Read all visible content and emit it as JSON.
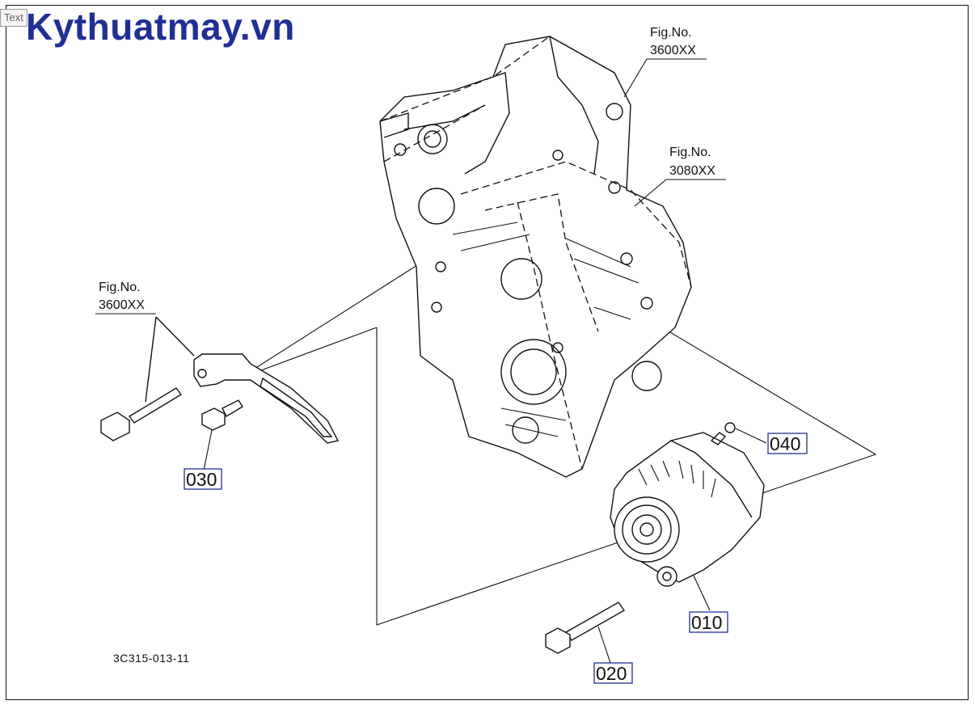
{
  "watermark": "Kythuatmay.vn",
  "tab_label": "Text",
  "figure_refs": [
    {
      "line1": "Fig.No.",
      "line2": "3600XX"
    },
    {
      "line1": "Fig.No.",
      "line2": "3080XX"
    },
    {
      "line1": "Fig.No.",
      "line2": "3600XX"
    }
  ],
  "parts": [
    "040",
    "030",
    "010",
    "020"
  ],
  "drawing_code": "3C315-013-11",
  "colors": {
    "watermark": "#1f2f97",
    "label_box_border": "#1f2f97",
    "line": "#111111"
  }
}
